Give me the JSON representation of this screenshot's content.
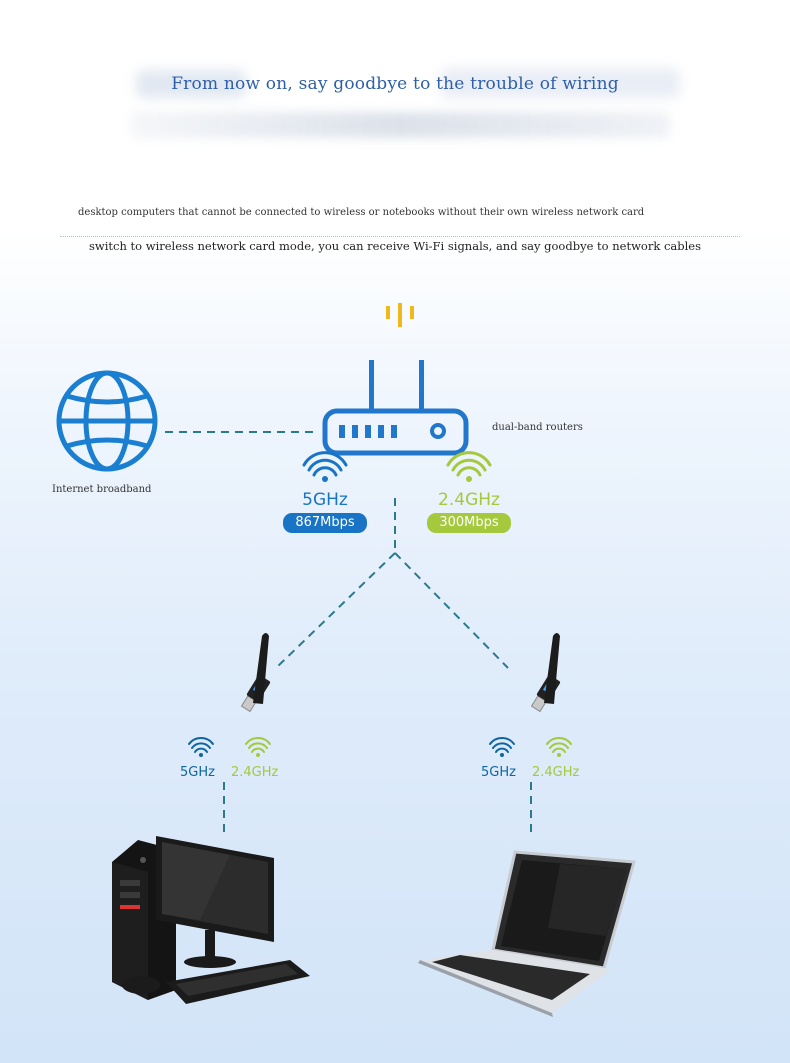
{
  "headline": "From now on, say goodbye to the trouble of wiring",
  "description_line1": "desktop computers that cannot be connected to wireless or notebooks without their own wireless network card",
  "description_line2": "switch to wireless network card mode, you can receive Wi-Fi signals, and say goodbye to network cables",
  "internet_label": "Internet broadband",
  "router_label": "dual-band routers",
  "band_5": {
    "name": "5GHz",
    "speed": "867Mbps"
  },
  "band_24": {
    "name": "2.4GHz",
    "speed": "300Mbps"
  },
  "adapter_left": {
    "band_5": "5GHz",
    "band_24": "2.4GHz"
  },
  "adapter_right": {
    "band_5": "5GHz",
    "band_24": "2.4GHz"
  },
  "colors": {
    "blue": "#1a74c6",
    "router_blue": "#2177cc",
    "dark_blue": "#10669e",
    "green": "#a4c93c",
    "gold": "#f0b81a",
    "dash": "#2a7a8a"
  },
  "icons": [
    "globe-icon",
    "router-icon",
    "signal-icon",
    "wifi-icon",
    "usb-adapter-icon",
    "desktop-pc-icon",
    "laptop-icon"
  ]
}
